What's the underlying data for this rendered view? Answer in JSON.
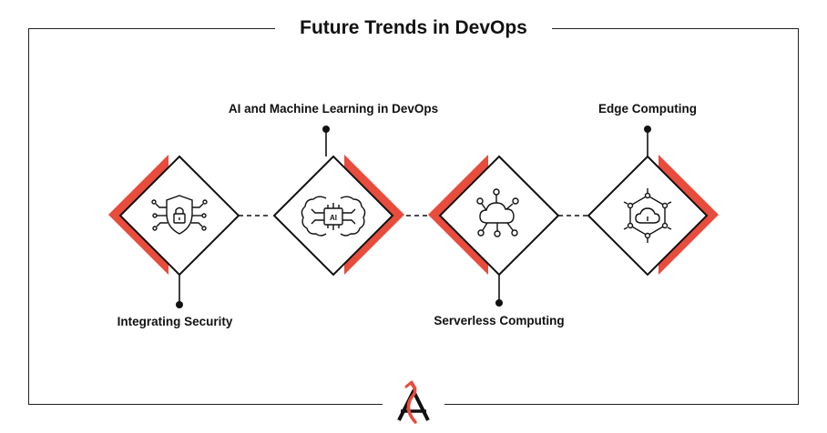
{
  "title": "Future Trends in DevOps",
  "colors": {
    "accent": "#e84c3d",
    "ink": "#111111",
    "frame": "#222222"
  },
  "trends": [
    {
      "label": "Integrating Security",
      "icon": "shield-lock-circuit-icon",
      "label_position": "below"
    },
    {
      "label": "AI and Machine Learning in DevOps",
      "icon": "ai-brain-chip-icon",
      "label_position": "above"
    },
    {
      "label": "Serverless Computing",
      "icon": "cloud-network-icon",
      "label_position": "below"
    },
    {
      "label": "Edge Computing",
      "icon": "cloud-hexagon-network-icon",
      "label_position": "above"
    }
  ],
  "logo": {
    "icon": "company-logo-arrow-icon"
  }
}
